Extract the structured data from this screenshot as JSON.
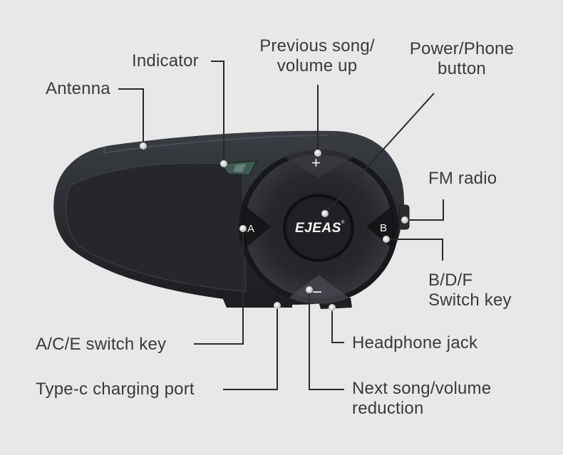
{
  "device": {
    "brand": "EJEAS",
    "brand_mark": "®",
    "button_a": "A",
    "button_b": "B",
    "plus_symbol": "+",
    "minus_symbol": "−"
  },
  "labels": {
    "antenna": "Antenna",
    "indicator": "Indicator",
    "previous_song_line1": "Previous song/",
    "previous_song_line2": "volume up",
    "power_line1": "Power/Phone",
    "power_line2": "button",
    "fm_radio": "FM radio",
    "bdf_line1": "B/D/F",
    "bdf_line2": "Switch key",
    "ace_switch": "A/C/E switch key",
    "type_c": "Type-c charging port",
    "headphone": "Headphone jack",
    "next_song_line1": "Next song/volume",
    "next_song_line2": "reduction"
  },
  "colors": {
    "background": "#e8e8e8",
    "text": "#3a3a3a",
    "leader_line": "#2a2a2a",
    "device_body": "#2b2d31",
    "marker_dot": "#d9d9d9"
  }
}
